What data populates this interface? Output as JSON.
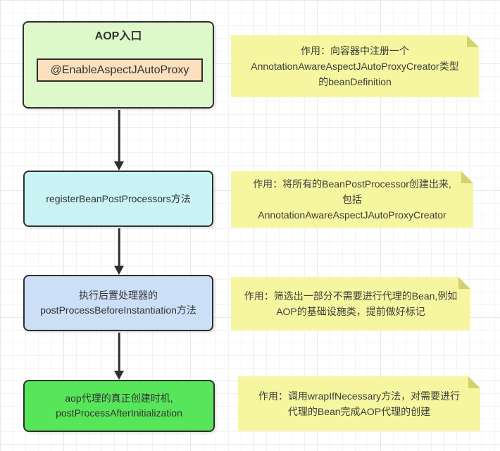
{
  "colors": {
    "stroke": "#2f2f2f",
    "entry_box_fill": "#ddf9c9",
    "annotation_chip_fill": "#fcdfbc",
    "register_box_fill": "#c9f3f4",
    "before_box_fill": "#cbdff7",
    "after_box_fill": "#57e65a",
    "note_fill": "#f6f6a0",
    "note_fold": "#d2d26e"
  },
  "flow": {
    "entry": {
      "title": "AOP入口",
      "annotation": "@EnableAspectJAutoProxy"
    },
    "steps": [
      {
        "label": "registerBeanPostProcessors方法"
      },
      {
        "label": "执行后置处理器的\npostProcessBeforeInstantiation方法"
      },
      {
        "label": "aop代理的真正创建时机,\npostProcessAfterInitialization"
      }
    ]
  },
  "notes": [
    {
      "text": "作用：向容器中注册一个\nAnnotationAwareAspectJAutoProxyCreator类型\n的beanDefinition"
    },
    {
      "text": "作用：将所有的BeanPostProcessor创建出来,\n包括\nAnnotationAwareAspectJAutoProxyCreator"
    },
    {
      "text": "作用：筛选出一部分不需要进行代理的Bean,例如\nAOP的基础设施类，提前做好标记"
    },
    {
      "text": "作用：调用wrapIfNecessary方法，对需要进行\n代理的Bean完成AOP代理的创建"
    }
  ]
}
